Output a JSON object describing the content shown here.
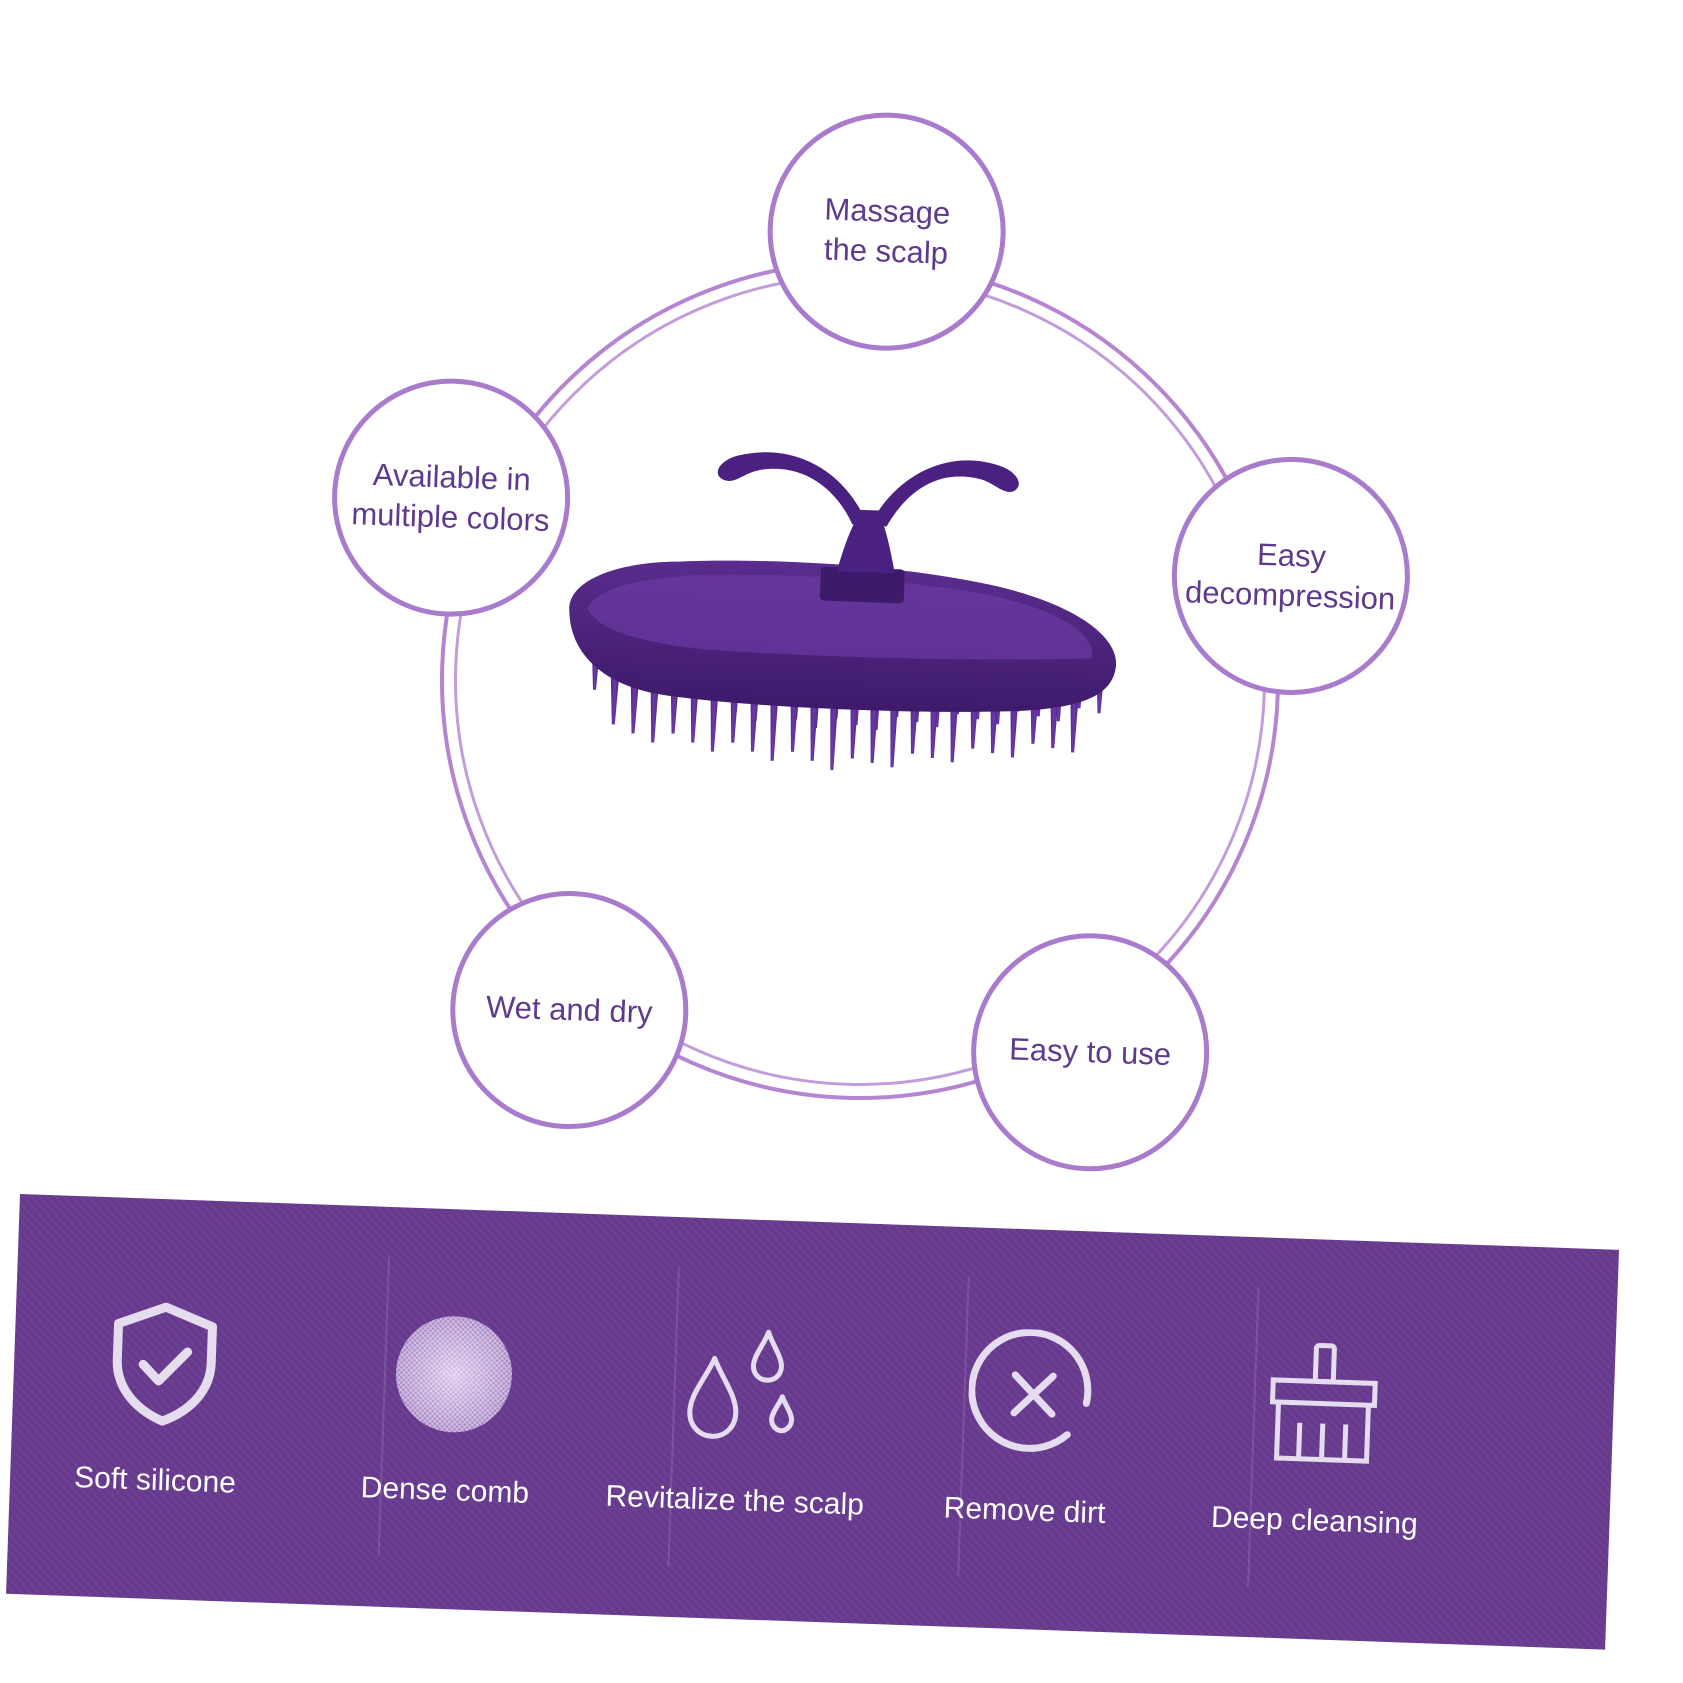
{
  "features_ring": {
    "top": "Massage\nthe scalp",
    "left": "Available in\nmultiple colors",
    "right": "Easy\ndecompression",
    "bottom_left": "Wet and dry",
    "bottom_right": "Easy to use"
  },
  "banner": {
    "items": [
      {
        "label": "Soft silicone",
        "icon": "shield-check-icon"
      },
      {
        "label": "Dense comb",
        "icon": "mesh-ball-icon"
      },
      {
        "label": "Revitalize the scalp",
        "icon": "water-drops-icon"
      },
      {
        "label": "Remove dirt",
        "icon": "circle-x-icon"
      },
      {
        "label": "Deep cleansing",
        "icon": "brush-icon"
      }
    ]
  },
  "colors": {
    "accent_purple": "#673a8e",
    "ring_purple": "#a97bcc",
    "text_purple": "#5e3a8c",
    "product_purple": "#4b2479"
  }
}
